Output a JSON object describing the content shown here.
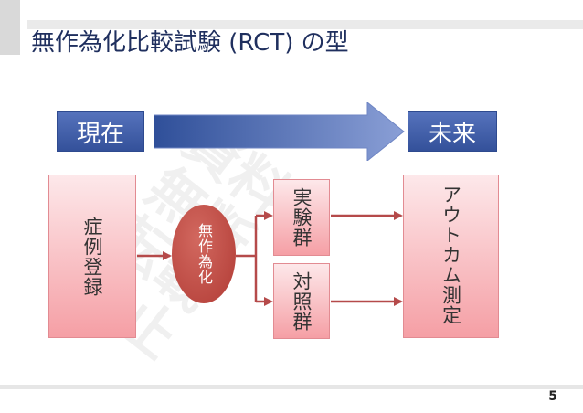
{
  "slide": {
    "title": "無作為化比較試験 (RCT) の型",
    "page_number": "5",
    "watermark_lines": [
      "資料",
      "無断",
      "転載",
      "禁止"
    ]
  },
  "timeline": {
    "now_label": "現在",
    "future_label": "未来"
  },
  "flow": {
    "registration_label": "症例登録",
    "randomization_label": "無作為化",
    "experiment_label": "実験群",
    "control_label": "対照群",
    "outcome_label": "アウトカム測定"
  },
  "colors": {
    "title": "#1f2f5e",
    "timeline_box": "#34519a",
    "pink_box": "#f59fa5",
    "ellipse": "#b13b35",
    "connector": "#b54a4a"
  }
}
